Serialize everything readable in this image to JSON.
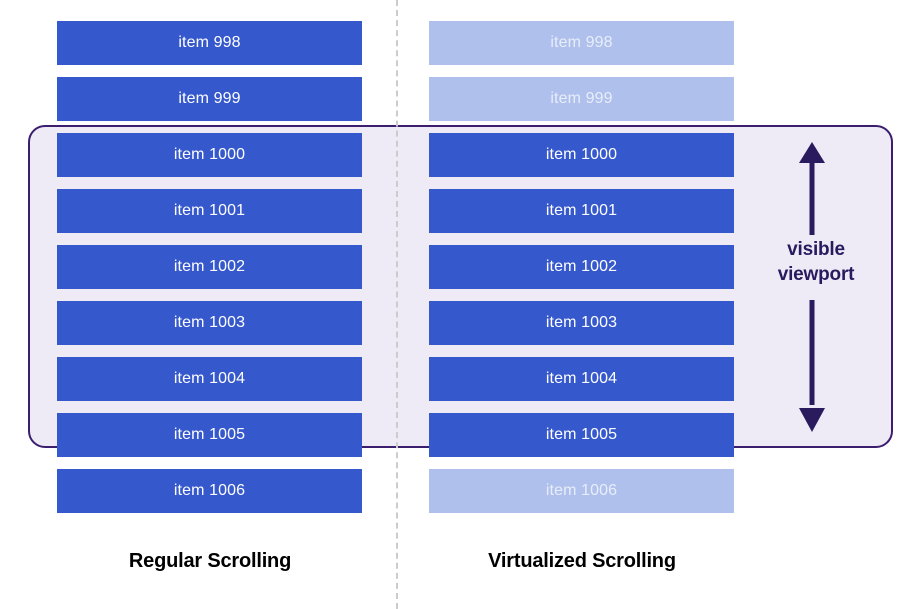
{
  "diagram": {
    "title_regular": "Regular Scrolling",
    "title_virtualized": "Virtualized Scrolling",
    "viewport_caption_line1": "visible",
    "viewport_caption_line2": "viewport",
    "colors": {
      "bar_rendered": "#3558cc",
      "bar_placeholder": "#afc0ec",
      "viewport_fill": "#eeebf7",
      "viewport_border": "#3b1e6e",
      "divider": "#cccccc",
      "arrow": "#2a1a5e",
      "caption_text": "#000000",
      "bar_label_text": "#ffffff"
    }
  },
  "columns": {
    "regular": {
      "label": "Regular Scrolling",
      "items": [
        {
          "label": "item 998",
          "state": "rendered"
        },
        {
          "label": "item 999",
          "state": "rendered"
        },
        {
          "label": "item 1000",
          "state": "rendered"
        },
        {
          "label": "item 1001",
          "state": "rendered"
        },
        {
          "label": "item 1002",
          "state": "rendered"
        },
        {
          "label": "item 1003",
          "state": "rendered"
        },
        {
          "label": "item 1004",
          "state": "rendered"
        },
        {
          "label": "item 1005",
          "state": "rendered"
        },
        {
          "label": "item 1006",
          "state": "rendered"
        }
      ]
    },
    "virtualized": {
      "label": "Virtualized Scrolling",
      "items": [
        {
          "label": "item 998",
          "state": "placeholder"
        },
        {
          "label": "item 999",
          "state": "placeholder"
        },
        {
          "label": "item 1000",
          "state": "rendered"
        },
        {
          "label": "item 1001",
          "state": "rendered"
        },
        {
          "label": "item 1002",
          "state": "rendered"
        },
        {
          "label": "item 1003",
          "state": "rendered"
        },
        {
          "label": "item 1004",
          "state": "rendered"
        },
        {
          "label": "item 1005",
          "state": "rendered"
        },
        {
          "label": "item 1006",
          "state": "placeholder"
        }
      ]
    }
  },
  "annotation": {
    "arrow_icon": "double-headed-vertical-arrow",
    "caption": "visible viewport"
  },
  "layout": {
    "bar_top_positions": [
      21,
      77,
      133,
      189,
      245,
      301,
      357,
      413,
      469
    ]
  }
}
